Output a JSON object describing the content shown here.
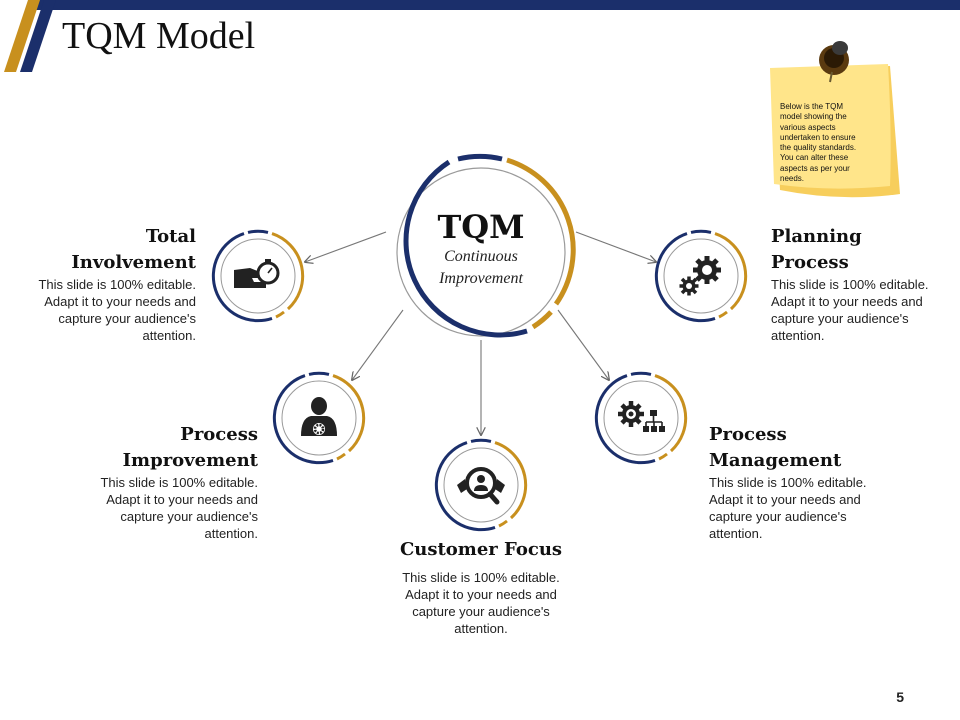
{
  "slide": {
    "title": "TQM Model",
    "page_number": "5",
    "colors": {
      "navy": "#1b2f6b",
      "gold": "#c8901e",
      "note": "#ffe58a"
    }
  },
  "sticky_note": {
    "lines": [
      "Below is the TQM",
      "model showing the",
      "various aspects",
      "undertaken to ensure",
      "the quality standards.",
      "You can alter these",
      "aspects as per your",
      "needs."
    ]
  },
  "center": {
    "title": "TQM",
    "subtitle_line1": "Continuous",
    "subtitle_line2": "Improvement"
  },
  "nodes": [
    {
      "id": "total-involvement",
      "icon": "hand-stopwatch-icon",
      "title_lines": [
        "Total",
        "Involvement"
      ],
      "desc_lines": [
        "This slide is 100% editable.",
        "Adapt it to your needs and",
        "capture your audience's",
        "attention."
      ]
    },
    {
      "id": "planning-process",
      "icon": "gears-icon",
      "title_lines": [
        "Planning",
        "Process"
      ],
      "desc_lines": [
        "This slide is 100% editable.",
        "Adapt it to your needs and",
        "capture your audience's",
        "attention."
      ]
    },
    {
      "id": "process-improvement",
      "icon": "person-gear-icon",
      "title_lines": [
        "Process",
        "Improvement"
      ],
      "desc_lines": [
        "This slide is 100% editable.",
        "Adapt it to your needs and",
        "capture your audience's",
        "attention."
      ]
    },
    {
      "id": "process-management",
      "icon": "gear-org-chart-icon",
      "title_lines": [
        "Process",
        "Management"
      ],
      "desc_lines": [
        "This slide is 100% editable.",
        "Adapt it to your needs and",
        "capture your audience's",
        "attention."
      ]
    },
    {
      "id": "customer-focus",
      "icon": "magnifier-person-icon",
      "title_lines": [
        "Customer Focus"
      ],
      "desc_lines": [
        "This slide is 100% editable.",
        "Adapt it to your needs and",
        "capture your audience's",
        "attention."
      ]
    }
  ]
}
